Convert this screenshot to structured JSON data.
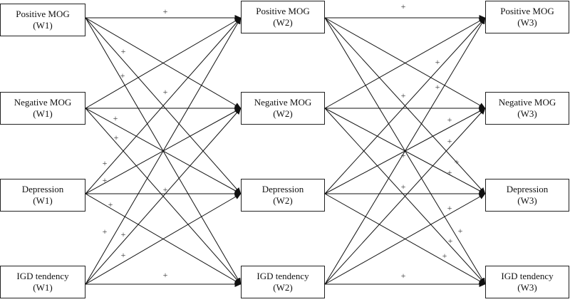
{
  "nodes": {
    "w1": [
      {
        "line1": "Positive MOG",
        "line2": "(W1)"
      },
      {
        "line1": "Negative MOG",
        "line2": "(W1)"
      },
      {
        "line1": "Depression",
        "line2": "(W1)"
      },
      {
        "line1": "IGD tendency",
        "line2": "(W1)"
      }
    ],
    "w2": [
      {
        "line1": "Positive MOG",
        "line2": "(W2)"
      },
      {
        "line1": "Negative MOG",
        "line2": "(W2)"
      },
      {
        "line1": "Depression",
        "line2": "(W2)"
      },
      {
        "line1": "IGD tendency",
        "line2": "(W2)"
      }
    ],
    "w3": [
      {
        "line1": "Positive MOG",
        "line2": "(W3)"
      },
      {
        "line1": "Negative MOG",
        "line2": "(W3)"
      },
      {
        "line1": "Depression",
        "line2": "(W3)"
      },
      {
        "line1": "IGD tendency",
        "line2": "(W3)"
      }
    ]
  },
  "sign": "+"
}
